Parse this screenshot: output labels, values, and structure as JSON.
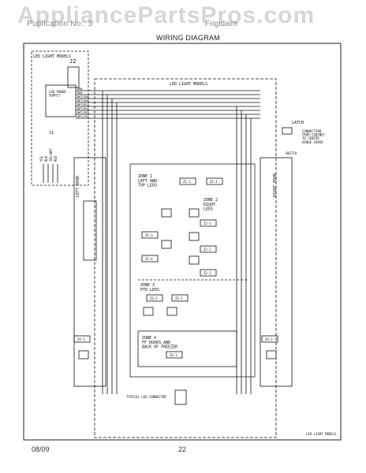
{
  "header": {
    "watermark": "AppliancePartsPros.com",
    "title": "Publication No.: 5",
    "model": "Frigidaire",
    "subtitle": "WIRING DIAGRAM"
  },
  "footer": {
    "date": "08/09",
    "page": "22"
  },
  "diagram": {
    "led_models_top": "LED LIGHT MODELS",
    "connector_j2": "J2",
    "led_power_supply": "LED POWER\nSUPPLY",
    "led_light_models_mid": "LED LIGHT MODELS",
    "wire_labels": [
      "BRN",
      "BRN",
      "WHT/GRN",
      "WHT/ORG",
      "WHT/BLU",
      "WHT/BLK",
      "WHT/RED",
      "WHT/YEL"
    ],
    "left_wire_colors": [
      "YEL",
      "BLK",
      "YEL/WHT",
      "RED"
    ],
    "connector_j1": "J1",
    "left_door": "LEFT DOOR",
    "right_door": "RIGHT DOOR",
    "latch": "LATCH",
    "latch_switch": "SWITCH",
    "connection_note": "CONNECTION\nFROM CABINET\nTO CENTER\nHINGE COVER",
    "zone1": "ZONE 1\nLEFT AND\nTOP LEDS",
    "zone2": "ZONE 2\nRIGHT\nLEDS",
    "zone3": "ZONE 3\nPTD LEDS",
    "zone4": "ZONE 4\nFF DOORS AND\nBACK OF FREEZER",
    "connectors": [
      "Z1-2",
      "Z1-1",
      "Z1-3",
      "Z1-4",
      "Z2-1",
      "Z2-2",
      "Z2-3",
      "Z3-2",
      "Z3-1",
      "Z4-1",
      "Z4-2",
      "Z4-3"
    ],
    "typical_connector": "TYPICAL LED CONNECTOR",
    "led_models_bottom": "LED LIGHT MODELS"
  }
}
